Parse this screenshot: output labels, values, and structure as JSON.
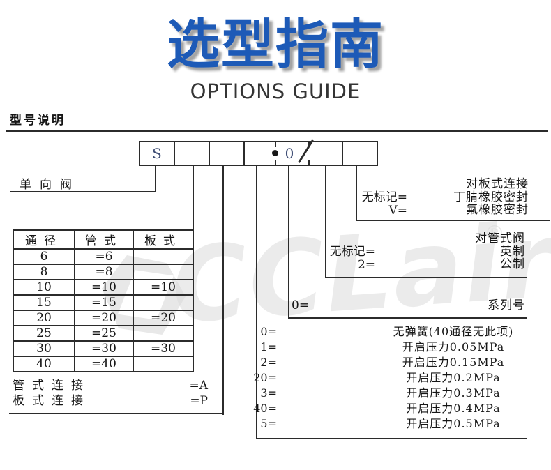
{
  "title": {
    "cn": "选型指南",
    "en": "OPTIONS GUIDE"
  },
  "section": {
    "heading": "型号说明"
  },
  "model_code": {
    "prefix": "S",
    "series_char": "0"
  },
  "labels": {
    "valve": "单向阀",
    "pipe_conn": "管式连接",
    "pipe_conn_val": "=A",
    "plate_conn": "板式连接",
    "plate_conn_val": "=P"
  },
  "spec_table": {
    "headers": [
      "通径",
      "管式",
      "板式"
    ],
    "rows": [
      [
        "6",
        "=6",
        ""
      ],
      [
        "8",
        "=8",
        ""
      ],
      [
        "10",
        "=10",
        "=10"
      ],
      [
        "15",
        "=15",
        ""
      ],
      [
        "20",
        "=20",
        "=20"
      ],
      [
        "25",
        "=25",
        ""
      ],
      [
        "30",
        "=30",
        "=30"
      ],
      [
        "40",
        "=40",
        ""
      ]
    ]
  },
  "seal": {
    "codes": [
      "无标记=",
      "V="
    ],
    "labels": [
      "对板式连接",
      "丁腈橡胶密封",
      "氟橡胶密封"
    ]
  },
  "unit": {
    "codes": [
      "无标记=",
      "2="
    ],
    "labels": [
      "对管式阀",
      "英制",
      "公制"
    ]
  },
  "series": {
    "code": "0=",
    "label": "系列号"
  },
  "spring": {
    "rows": [
      {
        "code": "0=",
        "label": "无弹簧(40通径无此项)"
      },
      {
        "code": "1=",
        "label": "开启压力0.05MPa"
      },
      {
        "code": "2=",
        "label": "开启压力0.15MPa"
      },
      {
        "code": "20=",
        "label": "开启压力0.2MPa"
      },
      {
        "code": "3=",
        "label": "开启压力0.3MPa"
      },
      {
        "code": "40=",
        "label": "开启压力0.4MPa"
      },
      {
        "code": "5=",
        "label": "开启压力0.5MPa"
      }
    ]
  },
  "watermark": {
    "text": "CCLair",
    "reg": "®"
  },
  "colors": {
    "accent": "#1d5ab7",
    "line": "#2b2b2b"
  }
}
